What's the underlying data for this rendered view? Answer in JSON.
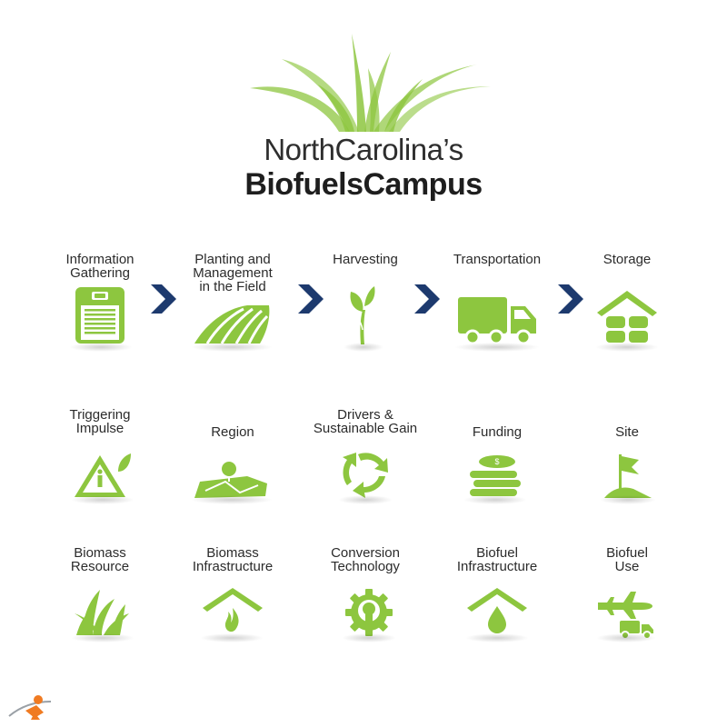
{
  "brand": {
    "line1": "NorthCarolina’s",
    "line2": "BiofuelsCampus",
    "green": "#8dc63f",
    "navy": "#1d3a6e",
    "logo_icon": "grass-blades-icon"
  },
  "process_flow": [
    {
      "label": "Information\nGathering",
      "icon": "clipboard-icon"
    },
    {
      "label": "Planting and\nManagement\nin the Field",
      "icon": "field-rows-icon"
    },
    {
      "label": "Harvesting",
      "icon": "sprout-icon"
    },
    {
      "label": "Transportation",
      "icon": "truck-icon"
    },
    {
      "label": "Storage",
      "icon": "barn-bales-icon"
    }
  ],
  "factors_row_1": [
    {
      "label": "Triggering\nImpulse",
      "icon": "warning-leaf-icon"
    },
    {
      "label": "Region",
      "icon": "region-map-icon"
    },
    {
      "label": "Drivers &\nSustainable Gain",
      "icon": "recycle-icon"
    },
    {
      "label": "Funding",
      "icon": "coin-stack-icon"
    },
    {
      "label": "Site",
      "icon": "flag-site-icon"
    }
  ],
  "factors_row_2": [
    {
      "label": "Biomass\nResource",
      "icon": "grass-icon"
    },
    {
      "label": "Biomass\nInfrastructure",
      "icon": "house-flame-icon"
    },
    {
      "label": "Conversion\nTechnology",
      "icon": "gear-bulb-icon"
    },
    {
      "label": "Biofuel\nInfrastructure",
      "icon": "house-drop-icon"
    },
    {
      "label": "Biofuel\nUse",
      "icon": "plane-truck-icon"
    }
  ]
}
